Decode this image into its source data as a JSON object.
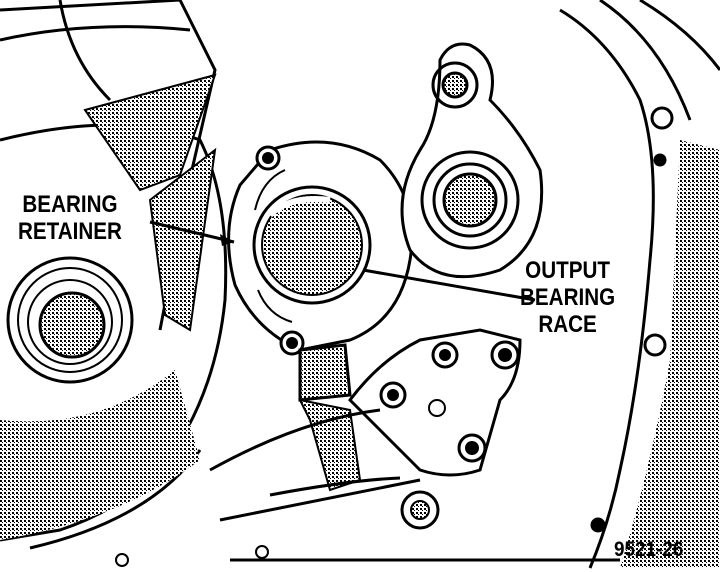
{
  "labels": {
    "bearing_retainer": [
      "BEARING",
      "RETAINER"
    ],
    "output_bearing_race": [
      "OUTPUT",
      "BEARING",
      "RACE"
    ]
  },
  "figure_number": "9521-26"
}
